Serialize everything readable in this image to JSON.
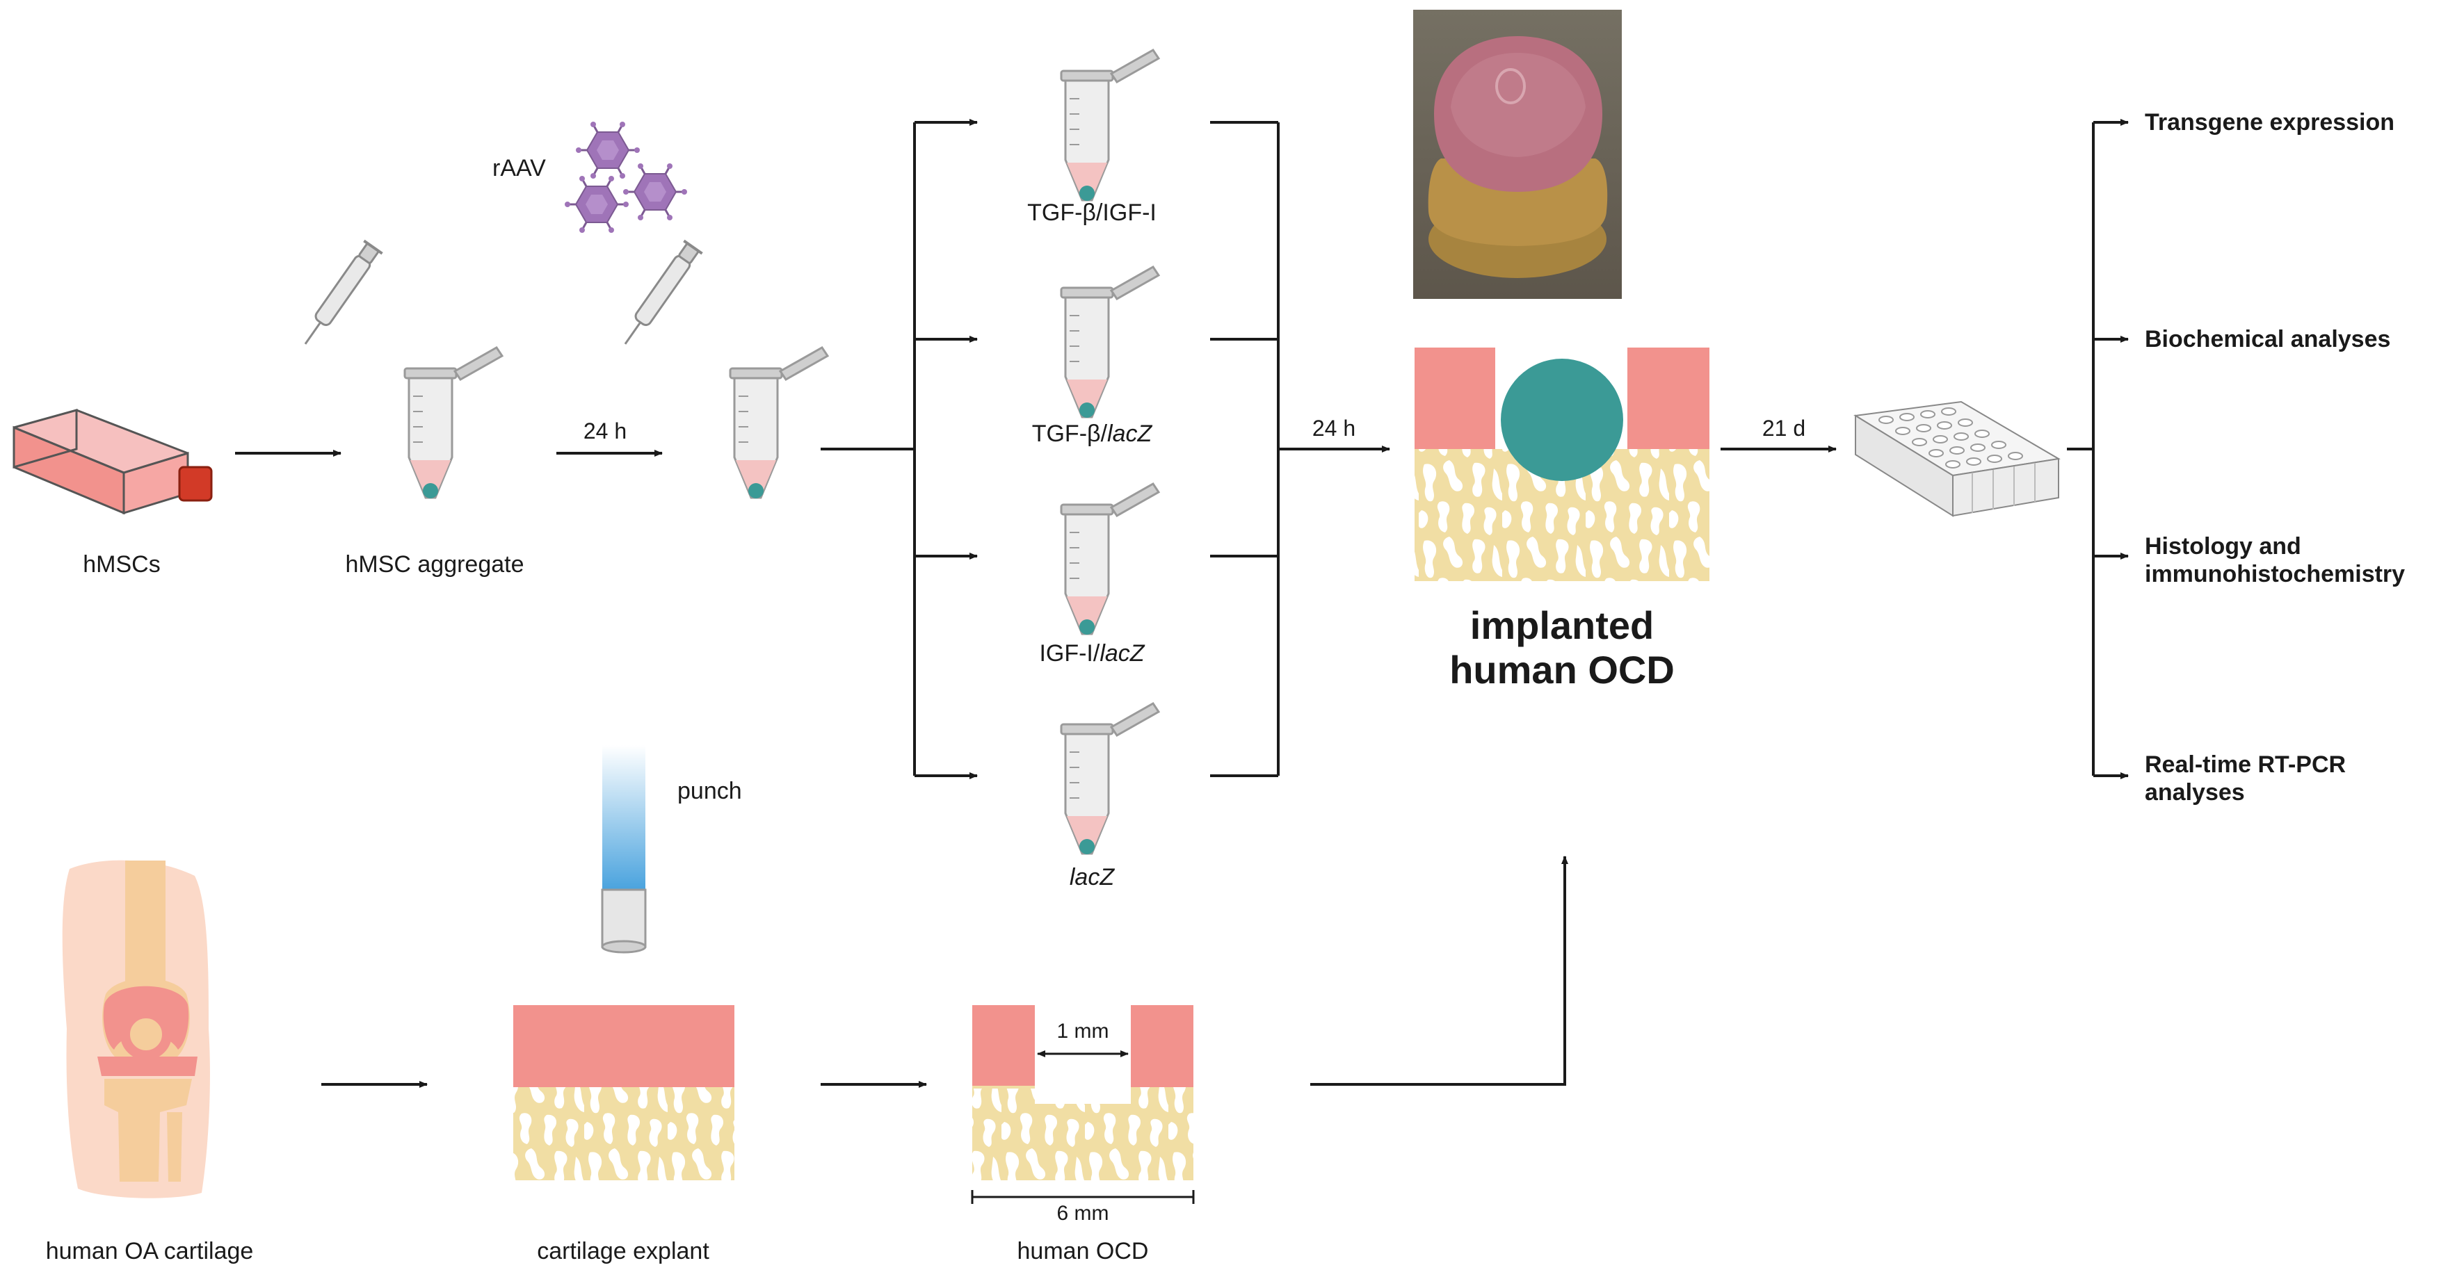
{
  "colors": {
    "cartilage": "#f2928d",
    "bone": "#f1dea4",
    "aggregate": "#3b9a96",
    "virus": "#9f74b8",
    "line": "#1a1a1a",
    "punch": "#4aa3de"
  },
  "icons": [
    "culture-flask-icon",
    "pipette-icon",
    "microtube-icon",
    "virus-icon",
    "biopsy-punch-icon",
    "knee-joint-icon",
    "well-plate-icon"
  ],
  "labels": {
    "hmscs": "hMSCs",
    "aggregate": "hMSC aggregate",
    "rAAV": "rAAV",
    "time_24h_a": "24 h",
    "time_24h_b": "24 h",
    "time_21d": "21 d",
    "punch": "punch",
    "oa_cartilage": "human OA cartilage",
    "explant": "cartilage explant",
    "ocd": "human OCD",
    "width_1mm": "1 mm",
    "width_6mm": "6 mm",
    "implanted_line1": "implanted",
    "implanted_line2": "human OCD"
  },
  "conditions": [
    {
      "gene": "TGF-β/IGF-I",
      "suffix": ""
    },
    {
      "gene": "TGF-β/",
      "suffix": "lacZ"
    },
    {
      "gene": "IGF-I/",
      "suffix": "lacZ"
    },
    {
      "gene": "",
      "suffix": "lacZ"
    }
  ],
  "analyses": {
    "transgene": "Transgene expression",
    "biochemical": "Biochemical analyses",
    "histology_line1": "Histology and",
    "histology_line2": "immunohistochemistry",
    "pcr_line1": "Real-time RT-PCR",
    "pcr_line2": "analyses"
  }
}
